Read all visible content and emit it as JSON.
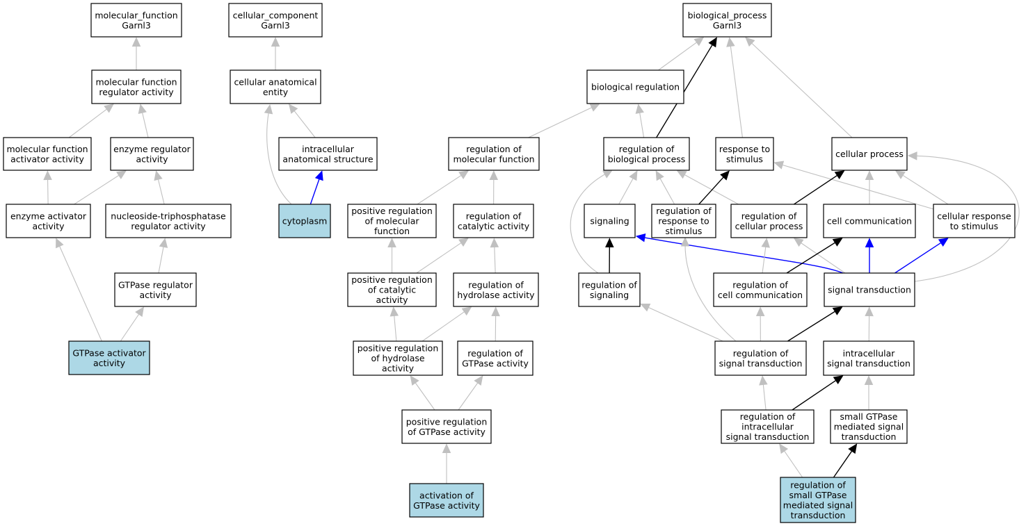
{
  "colors": {
    "gray_edge": "#c0c0c0",
    "black_edge": "#000000",
    "blue_edge": "#0000ff",
    "highlight_fill": "#add8e6"
  },
  "nodes": [
    {
      "id": "mf_root",
      "lines": [
        "molecular_function",
        "Garnl3"
      ],
      "highlight": false
    },
    {
      "id": "cc_root",
      "lines": [
        "cellular_component",
        "Garnl3"
      ],
      "highlight": false
    },
    {
      "id": "bp_root",
      "lines": [
        "biological_process",
        "Garnl3"
      ],
      "highlight": false
    },
    {
      "id": "mf_reg",
      "lines": [
        "molecular function",
        "regulator activity"
      ],
      "highlight": false
    },
    {
      "id": "cae",
      "lines": [
        "cellular anatomical",
        "entity"
      ],
      "highlight": false
    },
    {
      "id": "bio_reg",
      "lines": [
        "biological regulation"
      ],
      "highlight": false
    },
    {
      "id": "mf_act",
      "lines": [
        "molecular function",
        "activator activity"
      ],
      "highlight": false
    },
    {
      "id": "enz_reg",
      "lines": [
        "enzyme regulator",
        "activity"
      ],
      "highlight": false
    },
    {
      "id": "ias",
      "lines": [
        "intracellular",
        "anatomical structure"
      ],
      "highlight": false
    },
    {
      "id": "reg_mf",
      "lines": [
        "regulation of",
        "molecular function"
      ],
      "highlight": false
    },
    {
      "id": "reg_bp",
      "lines": [
        "regulation of",
        "biological process"
      ],
      "highlight": false
    },
    {
      "id": "resp_stim",
      "lines": [
        "response to",
        "stimulus"
      ],
      "highlight": false
    },
    {
      "id": "cell_proc",
      "lines": [
        "cellular process"
      ],
      "highlight": false
    },
    {
      "id": "enz_act",
      "lines": [
        "enzyme activator",
        "activity"
      ],
      "highlight": false
    },
    {
      "id": "ntp_reg",
      "lines": [
        "nucleoside-triphosphatase",
        "regulator activity"
      ],
      "highlight": false
    },
    {
      "id": "cytoplasm",
      "lines": [
        "cytoplasm"
      ],
      "highlight": true
    },
    {
      "id": "pos_reg_mf",
      "lines": [
        "positive regulation",
        "of molecular",
        "function"
      ],
      "highlight": false
    },
    {
      "id": "reg_cat",
      "lines": [
        "regulation of",
        "catalytic activity"
      ],
      "highlight": false
    },
    {
      "id": "signaling",
      "lines": [
        "signaling"
      ],
      "highlight": false
    },
    {
      "id": "reg_resp",
      "lines": [
        "regulation of",
        "response to",
        "stimulus"
      ],
      "highlight": false
    },
    {
      "id": "reg_cp",
      "lines": [
        "regulation of",
        "cellular process"
      ],
      "highlight": false
    },
    {
      "id": "cell_comm",
      "lines": [
        "cell communication"
      ],
      "highlight": false
    },
    {
      "id": "cell_resp",
      "lines": [
        "cellular response",
        "to stimulus"
      ],
      "highlight": false
    },
    {
      "id": "gtpase_reg",
      "lines": [
        "GTPase regulator",
        "activity"
      ],
      "highlight": false
    },
    {
      "id": "pos_reg_cat",
      "lines": [
        "positive regulation",
        "of catalytic",
        "activity"
      ],
      "highlight": false
    },
    {
      "id": "reg_hyd",
      "lines": [
        "regulation of",
        "hydrolase activity"
      ],
      "highlight": false
    },
    {
      "id": "reg_sig",
      "lines": [
        "regulation of",
        "signaling"
      ],
      "highlight": false
    },
    {
      "id": "reg_cc",
      "lines": [
        "regulation of",
        "cell communication"
      ],
      "highlight": false
    },
    {
      "id": "sig_trans",
      "lines": [
        "signal transduction"
      ],
      "highlight": false
    },
    {
      "id": "gtpase_act_act",
      "lines": [
        "GTPase activator",
        "activity"
      ],
      "highlight": true
    },
    {
      "id": "pos_reg_hyd",
      "lines": [
        "positive regulation",
        "of hydrolase",
        "activity"
      ],
      "highlight": false
    },
    {
      "id": "reg_gtp",
      "lines": [
        "regulation of",
        "GTPase activity"
      ],
      "highlight": false
    },
    {
      "id": "reg_st",
      "lines": [
        "regulation of",
        "signal transduction"
      ],
      "highlight": false
    },
    {
      "id": "ist",
      "lines": [
        "intracellular",
        "signal transduction"
      ],
      "highlight": false
    },
    {
      "id": "pos_reg_gtp",
      "lines": [
        "positive regulation",
        "of GTPase activity"
      ],
      "highlight": false
    },
    {
      "id": "reg_ist",
      "lines": [
        "regulation of",
        "intracellular",
        "signal transduction"
      ],
      "highlight": false
    },
    {
      "id": "small_gtp",
      "lines": [
        "small GTPase",
        "mediated signal",
        "transduction"
      ],
      "highlight": false
    },
    {
      "id": "act_gtp",
      "lines": [
        "activation of",
        "GTPase activity"
      ],
      "highlight": true
    },
    {
      "id": "reg_small",
      "lines": [
        "regulation of",
        "small GTPase",
        "mediated signal",
        "transduction"
      ],
      "highlight": true
    }
  ],
  "edges": [
    {
      "from": "mf_reg",
      "to": "mf_root",
      "color": "gray"
    },
    {
      "from": "cae",
      "to": "cc_root",
      "color": "gray"
    },
    {
      "from": "bio_reg",
      "to": "bp_root",
      "color": "gray"
    },
    {
      "from": "reg_bp",
      "to": "bp_root",
      "color": "black"
    },
    {
      "from": "resp_stim",
      "to": "bp_root",
      "color": "gray"
    },
    {
      "from": "cell_proc",
      "to": "bp_root",
      "color": "gray"
    },
    {
      "from": "mf_act",
      "to": "mf_reg",
      "color": "gray"
    },
    {
      "from": "enz_reg",
      "to": "mf_reg",
      "color": "gray"
    },
    {
      "from": "ias",
      "to": "cae",
      "color": "gray"
    },
    {
      "from": "cytoplasm",
      "to": "cae",
      "color": "gray"
    },
    {
      "from": "cytoplasm",
      "to": "ias",
      "color": "blue"
    },
    {
      "from": "reg_mf",
      "to": "bio_reg",
      "color": "gray"
    },
    {
      "from": "reg_bp",
      "to": "bio_reg",
      "color": "gray"
    },
    {
      "from": "enz_act",
      "to": "mf_act",
      "color": "gray"
    },
    {
      "from": "enz_act",
      "to": "enz_reg",
      "color": "gray"
    },
    {
      "from": "ntp_reg",
      "to": "enz_reg",
      "color": "gray"
    },
    {
      "from": "pos_reg_mf",
      "to": "reg_mf",
      "color": "gray"
    },
    {
      "from": "reg_cat",
      "to": "reg_mf",
      "color": "gray"
    },
    {
      "from": "signaling",
      "to": "reg_bp",
      "color": "gray"
    },
    {
      "from": "reg_resp",
      "to": "reg_bp",
      "color": "gray"
    },
    {
      "from": "reg_cp",
      "to": "reg_bp",
      "color": "gray"
    },
    {
      "from": "reg_sig",
      "to": "reg_bp",
      "color": "gray"
    },
    {
      "from": "reg_resp",
      "to": "resp_stim",
      "color": "black"
    },
    {
      "from": "cell_resp",
      "to": "resp_stim",
      "color": "gray"
    },
    {
      "from": "reg_cp",
      "to": "cell_proc",
      "color": "black"
    },
    {
      "from": "cell_comm",
      "to": "cell_proc",
      "color": "gray"
    },
    {
      "from": "cell_resp",
      "to": "cell_proc",
      "color": "gray"
    },
    {
      "from": "sig_trans",
      "to": "cell_proc",
      "color": "gray"
    },
    {
      "from": "gtpase_reg",
      "to": "ntp_reg",
      "color": "gray"
    },
    {
      "from": "gtpase_act_act",
      "to": "enz_act",
      "color": "gray"
    },
    {
      "from": "gtpase_act_act",
      "to": "gtpase_reg",
      "color": "gray"
    },
    {
      "from": "pos_reg_cat",
      "to": "pos_reg_mf",
      "color": "gray"
    },
    {
      "from": "pos_reg_cat",
      "to": "reg_cat",
      "color": "gray"
    },
    {
      "from": "reg_hyd",
      "to": "reg_cat",
      "color": "gray"
    },
    {
      "from": "reg_sig",
      "to": "signaling",
      "color": "black"
    },
    {
      "from": "sig_trans",
      "to": "signaling",
      "color": "blue"
    },
    {
      "from": "reg_cc",
      "to": "reg_cp",
      "color": "gray"
    },
    {
      "from": "sig_trans",
      "to": "reg_cp",
      "color": "gray"
    },
    {
      "from": "reg_cc",
      "to": "cell_comm",
      "color": "black"
    },
    {
      "from": "sig_trans",
      "to": "cell_comm",
      "color": "blue"
    },
    {
      "from": "sig_trans",
      "to": "cell_resp",
      "color": "blue"
    },
    {
      "from": "pos_reg_hyd",
      "to": "pos_reg_cat",
      "color": "gray"
    },
    {
      "from": "pos_reg_hyd",
      "to": "reg_hyd",
      "color": "gray"
    },
    {
      "from": "reg_gtp",
      "to": "reg_hyd",
      "color": "gray"
    },
    {
      "from": "reg_st",
      "to": "reg_sig",
      "color": "gray"
    },
    {
      "from": "reg_st",
      "to": "reg_cc",
      "color": "gray"
    },
    {
      "from": "reg_st",
      "to": "sig_trans",
      "color": "black"
    },
    {
      "from": "reg_st",
      "to": "reg_resp",
      "color": "gray"
    },
    {
      "from": "ist",
      "to": "sig_trans",
      "color": "gray"
    },
    {
      "from": "pos_reg_gtp",
      "to": "pos_reg_hyd",
      "color": "gray"
    },
    {
      "from": "pos_reg_gtp",
      "to": "reg_gtp",
      "color": "gray"
    },
    {
      "from": "reg_ist",
      "to": "reg_st",
      "color": "gray"
    },
    {
      "from": "reg_ist",
      "to": "ist",
      "color": "black"
    },
    {
      "from": "small_gtp",
      "to": "ist",
      "color": "gray"
    },
    {
      "from": "act_gtp",
      "to": "pos_reg_gtp",
      "color": "gray"
    },
    {
      "from": "reg_small",
      "to": "reg_ist",
      "color": "gray"
    },
    {
      "from": "reg_small",
      "to": "small_gtp",
      "color": "black"
    }
  ]
}
